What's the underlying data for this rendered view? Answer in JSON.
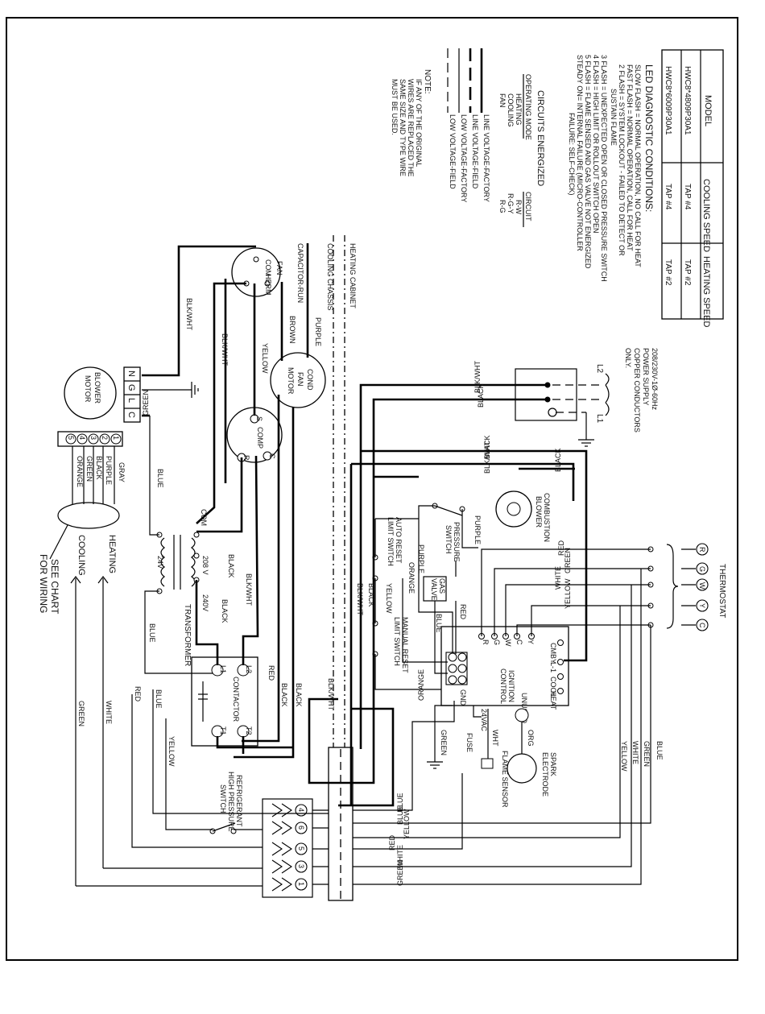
{
  "model_table": {
    "headers": [
      "MODEL",
      "COOLING SPEED",
      "HEATING SPEED"
    ],
    "rows": [
      [
        "HWC8*4809P30A1",
        "TAP #4",
        "TAP #2"
      ],
      [
        "HWC8*6009P30A1",
        "TAP #4",
        "TAP #2"
      ]
    ]
  },
  "led": {
    "title": "LED DIAGNOSTIC CONDITIONS:",
    "lines": [
      "SLOW FLASH = NORMAL OPERATION, NO CALL FOR HEAT",
      "FAST FLASH = NORMAL OPERATION, CALL FOR HEAT",
      "2 FLASH = SYSTEM LOCKOUT - FAILED TO DETECT OR",
      "SUSTAIN FLAME",
      "3 FLASH = UNEXPECTED OPEN OR CLOSED PRESSURE SWITCH",
      "4 FLASH = HIGH LIMIT OR ROLLOUT SWITCH OPEN",
      "5 FLASH = FLAME SENSED AND GAS VALVE NOT ENERGIZED",
      "STEADY ON= INTERNAL FAILURE (MICRO-CONTROLLER",
      "FAILURE: SELF-CHECK)"
    ]
  },
  "circuits": {
    "title": "CIRCUITS ENERGIZED",
    "col_mode": "OPERATING MODE",
    "col_circuit": "CIRCUIT",
    "rows": [
      [
        "HEATING",
        "R-W"
      ],
      [
        "COOLING",
        "R-G-Y"
      ],
      [
        "FAN",
        "R-G"
      ]
    ]
  },
  "legend": {
    "items": [
      "LINE VOLTAGE-FACTORY",
      "LINE VOLTAGE-FIELD",
      "LOW VOLTAGE-FACTORY",
      "LOW VOLTAGE-FIELD"
    ]
  },
  "note": {
    "title": "NOTE:",
    "lines": [
      "IF ANY OF THE ORIGINAL",
      "WIRES ARE REPLACED THE",
      "SAME SIZE AND TYPE WIRE",
      "MUST BE USED."
    ]
  },
  "power": {
    "lines": [
      "208/230V-1Ø-60Hz",
      "POWER SUPPLY",
      "COPPER CONDUCTORS",
      "ONLY."
    ],
    "l1": "L1",
    "l2": "L2"
  },
  "labels": {
    "heating_cabinet": "HEATING CABINET",
    "cooling_chassis": "COOLING CHASSIS",
    "capacitor": "CAPACITOR-RUN",
    "cap_fan": "FAN",
    "cap_com": "COM",
    "cap_herm": "HERM",
    "cond_fan_motor": [
      "COND",
      "FAN",
      "MOTOR"
    ],
    "comp": "COMP",
    "comp_s": "S",
    "comp_r": "R",
    "comp_c": "C",
    "blower_motor": [
      "BLOWER",
      "MOTOR"
    ],
    "ngl": [
      "N",
      "G",
      "L",
      "C"
    ],
    "transformer": "TRANSFORMER",
    "t_24v": "24V",
    "t_208v": "208 V",
    "t_240v": "240V",
    "t_com": "COM",
    "contactor": "CONTACTOR",
    "contactor_terms": [
      "L1",
      "L2",
      "T1",
      "T2"
    ],
    "combustion_blower": [
      "COMBUSTION",
      "BLOWER"
    ],
    "pressure_switch": [
      "PRESSURE",
      "SWITCH"
    ],
    "auto_reset": [
      "AUTO RESET",
      "LIMIT SWITCH"
    ],
    "manual_reset": [
      "MANUAL RESET",
      "LIMIT SWITCH"
    ],
    "gas_valve": [
      "GAS",
      "VALVE"
    ],
    "ignition_control": [
      "IGNITION",
      "CONTROL"
    ],
    "ic_terms": [
      "CMBY",
      "L-1",
      "COOL",
      "HEAT",
      "UNUSED"
    ],
    "ic_thermo": [
      "R",
      "G",
      "W",
      "C",
      "Y"
    ],
    "ic_gnd": "GND",
    "ic_24vac": "24VAC",
    "fuse": "FUSE",
    "spark": [
      "SPARK",
      "ELECTRODE"
    ],
    "flame_sensor": "FLAME SENSOR",
    "org": "ORG",
    "wht": "WHT",
    "thermostat": "THERMOSTAT",
    "thermostat_terms": [
      "R",
      "G",
      "W",
      "Y",
      "C"
    ],
    "hp_switch": [
      "REFRIGERANT",
      "HIGH PRESSURE",
      "SWITCH"
    ],
    "plug_pins": [
      "4",
      "6",
      "5",
      "3",
      "1"
    ],
    "blower_taps": [
      "1",
      "2",
      "3",
      "4",
      "5"
    ],
    "blower_tap_colors": [
      "GRAY",
      "PURPLE",
      "BLACK",
      "GREEN",
      "ORANGE"
    ],
    "heating": "HEATING",
    "cooling": "COOLING",
    "see_chart": [
      "SEE CHART",
      "FOR WIRING"
    ]
  },
  "wire_labels": {
    "purple": "PURPLE",
    "brown": "BROWN",
    "yellow": "YELLOW",
    "blkwht": "BLK/WHT",
    "green": "GREEN",
    "blue": "BLUE",
    "black": "BLACK",
    "red": "RED",
    "white": "WHITE",
    "orange": "ORANGE"
  }
}
